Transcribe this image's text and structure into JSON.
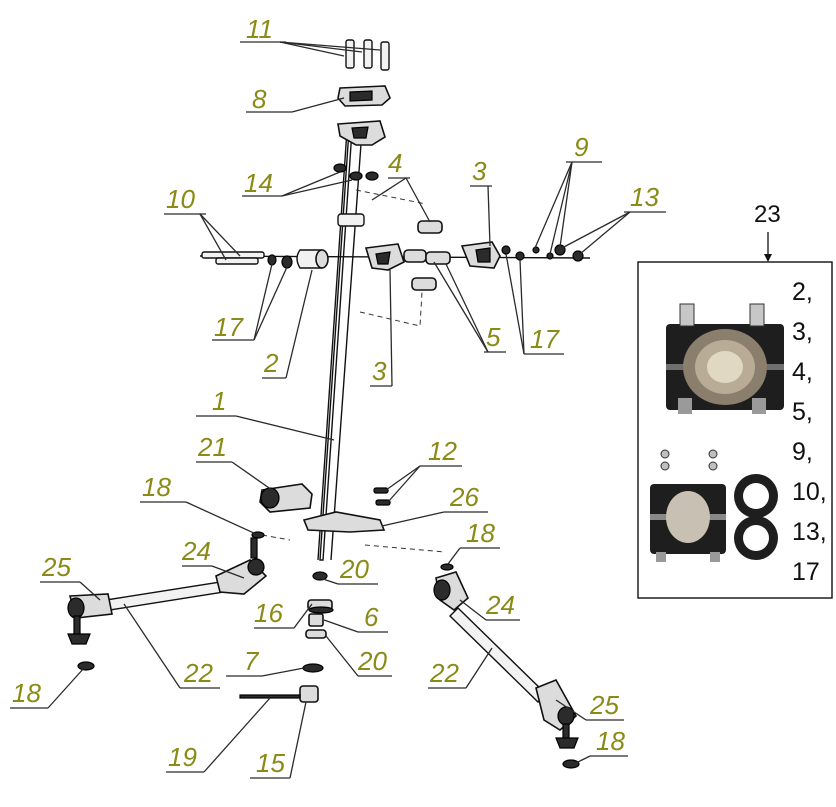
{
  "callouts": {
    "c11": "11",
    "c8": "8",
    "c14": "14",
    "c4": "4",
    "c3a": "3",
    "c9": "9",
    "c13": "13",
    "c10": "10",
    "c17a": "17",
    "c2": "2",
    "c3b": "3",
    "c5": "5",
    "c17b": "17",
    "c1": "1",
    "c21": "21",
    "c12": "12",
    "c18a": "18",
    "c26": "26",
    "c18b": "18",
    "c25a": "25",
    "c24a": "24",
    "c20a": "20",
    "c16": "16",
    "c6": "6",
    "c24b": "24",
    "c20b": "20",
    "c7": "7",
    "c22a": "22",
    "c22b": "22",
    "c18c": "18",
    "c25b": "25",
    "c19": "19",
    "c15": "15",
    "c18d": "18"
  },
  "kit": {
    "number": "23",
    "parts": [
      "2,",
      "3,",
      "4,",
      "5,",
      "9,",
      "10,",
      "13,",
      "17"
    ]
  }
}
